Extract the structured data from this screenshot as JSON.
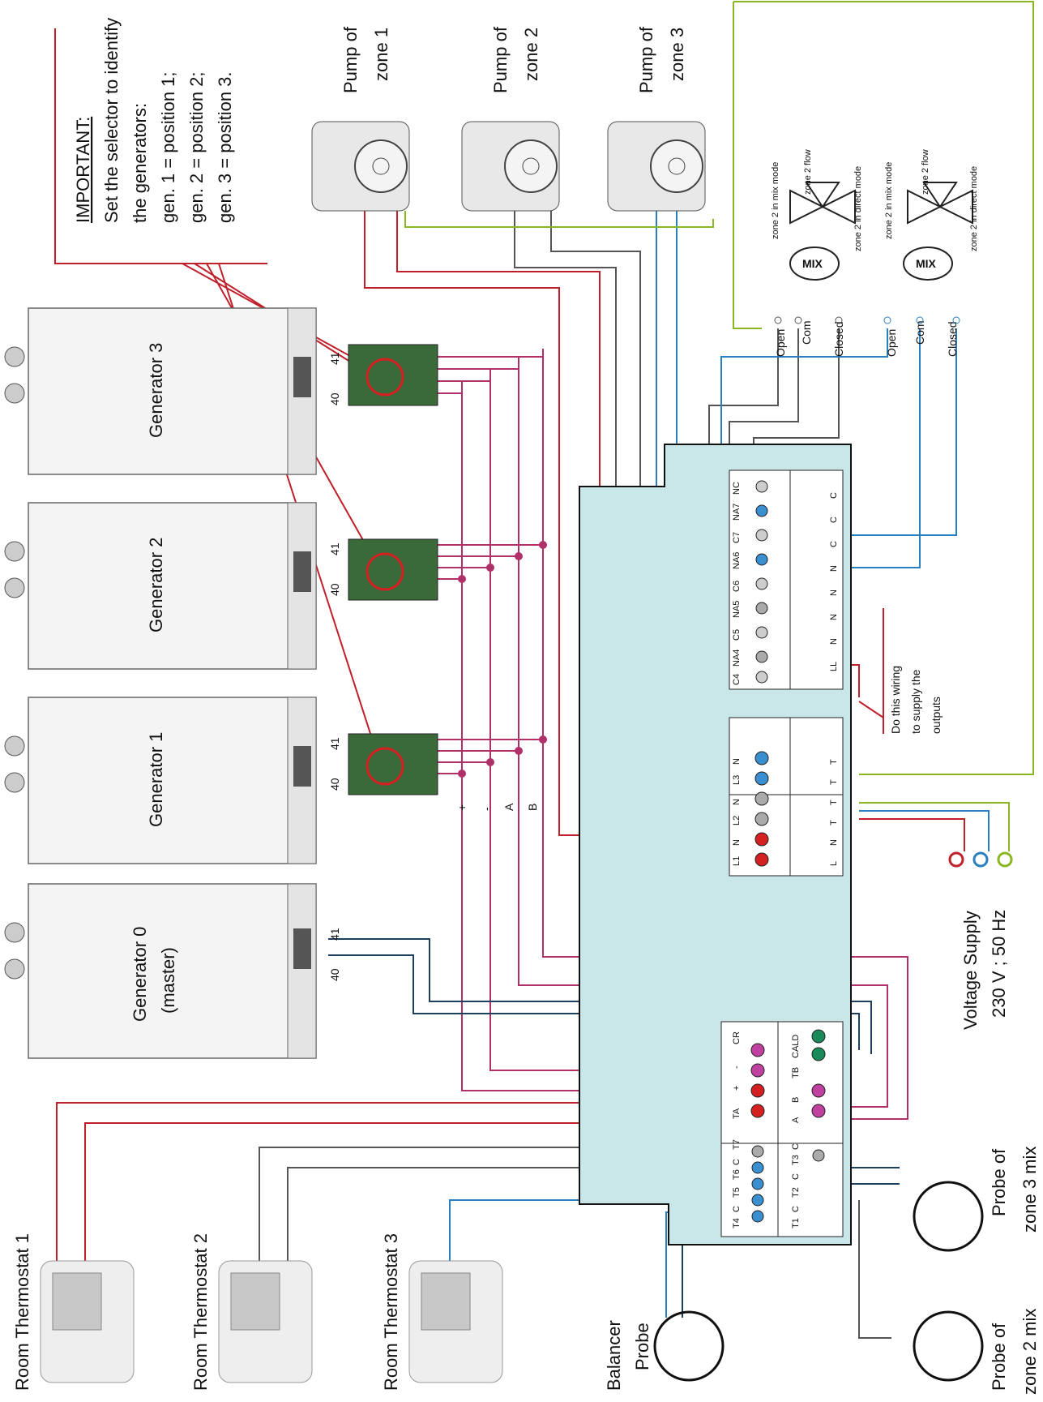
{
  "note": {
    "title": "IMPORTANT:",
    "line1": "Set the selector to identify",
    "line2": "the generators:",
    "line3": "gen. 1 = position 1;",
    "line4": "gen. 2 = position 2;",
    "line5": "gen. 3 = position 3."
  },
  "generators": [
    {
      "name": "Generator 3",
      "sub": ""
    },
    {
      "name": "Generator 2",
      "sub": ""
    },
    {
      "name": "Generator 1",
      "sub": ""
    },
    {
      "name": "Generator 0",
      "sub": "(master)"
    }
  ],
  "gen_terminals": {
    "t40": "40",
    "t41": "41"
  },
  "pumps": [
    {
      "line1": "Pump of",
      "line2": "zone 1"
    },
    {
      "line1": "Pump of",
      "line2": "zone 2"
    },
    {
      "line1": "Pump of",
      "line2": "zone 3"
    }
  ],
  "valves": [
    {
      "mix_label": "zone 2 in mix mode",
      "flow_label": "zone 2 flow",
      "direct_label": "zone 2 in direct mode",
      "badge": "MIX",
      "open": "Open",
      "com": "Com",
      "closed": "Closed"
    },
    {
      "mix_label": "zone 2 in mix mode",
      "flow_label": "zone 2 flow",
      "direct_label": "zone 2 in direct mode",
      "badge": "MIX",
      "open": "Open",
      "com": "Com",
      "closed": "Closed"
    }
  ],
  "bus_labels": {
    "plus": "+",
    "minus": "-",
    "a": "A",
    "b": "B"
  },
  "power_terms": {
    "top": [
      "L1",
      "N",
      "L2",
      "N",
      "L3",
      "N"
    ],
    "bottom": [
      "L",
      "N",
      "T",
      "T",
      "T",
      "T"
    ]
  },
  "relay_terms": {
    "top": [
      "C4",
      "NA4",
      "C5",
      "NA5",
      "C6",
      "NA6",
      "C7",
      "NA7",
      "NC"
    ],
    "bottom": [
      "LL",
      "N",
      "N",
      "N",
      "N",
      "C",
      "C",
      "C"
    ]
  },
  "bus_terms": {
    "top": [
      "TA",
      "+",
      "-",
      "CR"
    ],
    "bottom": [
      "A",
      "B",
      "TB",
      "CALD"
    ]
  },
  "probe_terms": {
    "top": [
      "T4",
      "C",
      "T5",
      "T6",
      "C",
      "T7"
    ],
    "bottom": [
      "T1",
      "C",
      "T2",
      "C",
      "T3",
      "C"
    ]
  },
  "wiring_note": {
    "line1": "Do this wiring",
    "line2": "to supply the",
    "line3": "outputs"
  },
  "supply": {
    "line1": "Voltage Supply",
    "line2": "230 V ; 50 Hz"
  },
  "thermostats": [
    "Room Thermostat 1",
    "Room Thermostat 2",
    "Room Thermostat 3"
  ],
  "probes": [
    {
      "line1": "Balancer",
      "line2": "Probe"
    },
    {
      "line1": "Probe of",
      "line2": "zone 2 mix"
    },
    {
      "line1": "Probe of",
      "line2": "zone 3 mix"
    }
  ],
  "colors": {
    "panel": "#c9e6e8",
    "wire_red": "#c0202a",
    "wire_magenta": "#b0306a",
    "wire_blue": "#2a7fc0",
    "wire_gray": "#555555",
    "wire_green": "#8ab820",
    "wire_navy": "#1f3f60"
  }
}
